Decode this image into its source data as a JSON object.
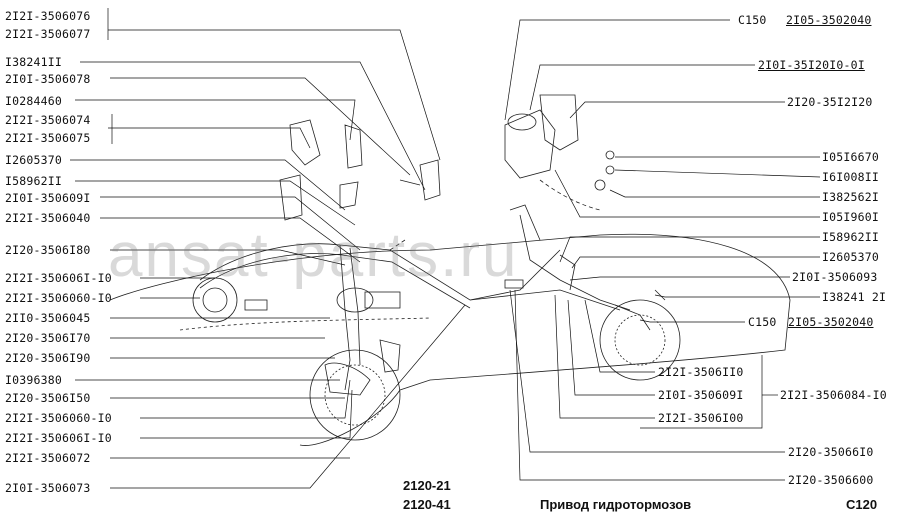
{
  "watermark": "ansat-parts.ru",
  "left": [
    "2I2I-3506076",
    "2I2I-3506077",
    "I38241II",
    "2I0I-3506078",
    "I0284460",
    "2I2I-3506074",
    "2I2I-3506075",
    "I2605370",
    "I58962II",
    "2I0I-350609I",
    "2I2I-3506040",
    "2I20-3506I80",
    "2I2I-350606I-I0",
    "2I2I-3506060-I0",
    "2II0-3506045",
    "2I20-3506I70",
    "2I20-3506I90",
    "I0396380",
    "2I20-3506I50",
    "2I2I-3506060-I0",
    "2I2I-350606I-I0",
    "2I2I-3506072",
    "2I0I-3506073"
  ],
  "right": [
    {
      "code": "C150",
      "part": "2I05-3502040"
    },
    "2I0I-35I20I0-0I",
    "2I20-35I2I20",
    "I05I6670",
    "I6I008II",
    "I382562I",
    "I05I960I",
    "I58962II",
    "I2605370",
    "2I0I-3506093",
    "I38241 2I",
    {
      "code": "C150",
      "part": "2I05-3502040"
    },
    "2I2I-3506II0",
    "2I0I-350609I",
    "2I2I-3506084-I0",
    "2I2I-3506I00",
    "2I20-35066I0",
    "2I20-3506600"
  ],
  "footer": {
    "model1": "2120-21",
    "model2": "2120-41",
    "title": "Привод гидротормозов",
    "page": "C120"
  }
}
